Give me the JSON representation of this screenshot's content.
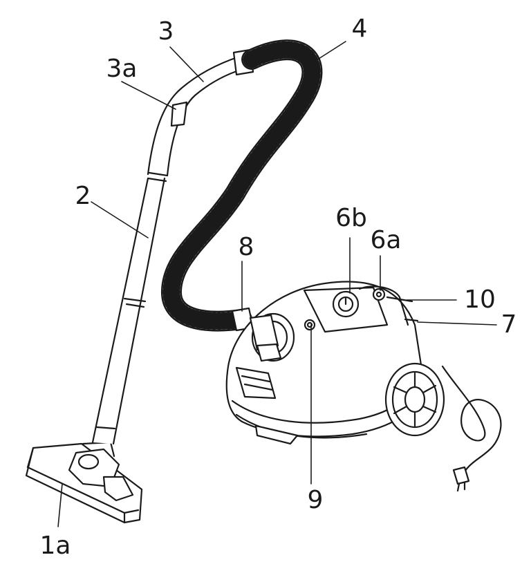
{
  "diagram": {
    "labels": {
      "l1a": "1a",
      "l2": "2",
      "l3": "3",
      "l3a": "3a",
      "l4": "4",
      "l6a": "6a",
      "l6b": "6b",
      "l7": "7",
      "l8": "8",
      "l9": "9",
      "l10": "10"
    },
    "colors": {
      "line": "#1a1a1a",
      "fill": "#ffffff",
      "shade": "#e6e6e6"
    }
  }
}
